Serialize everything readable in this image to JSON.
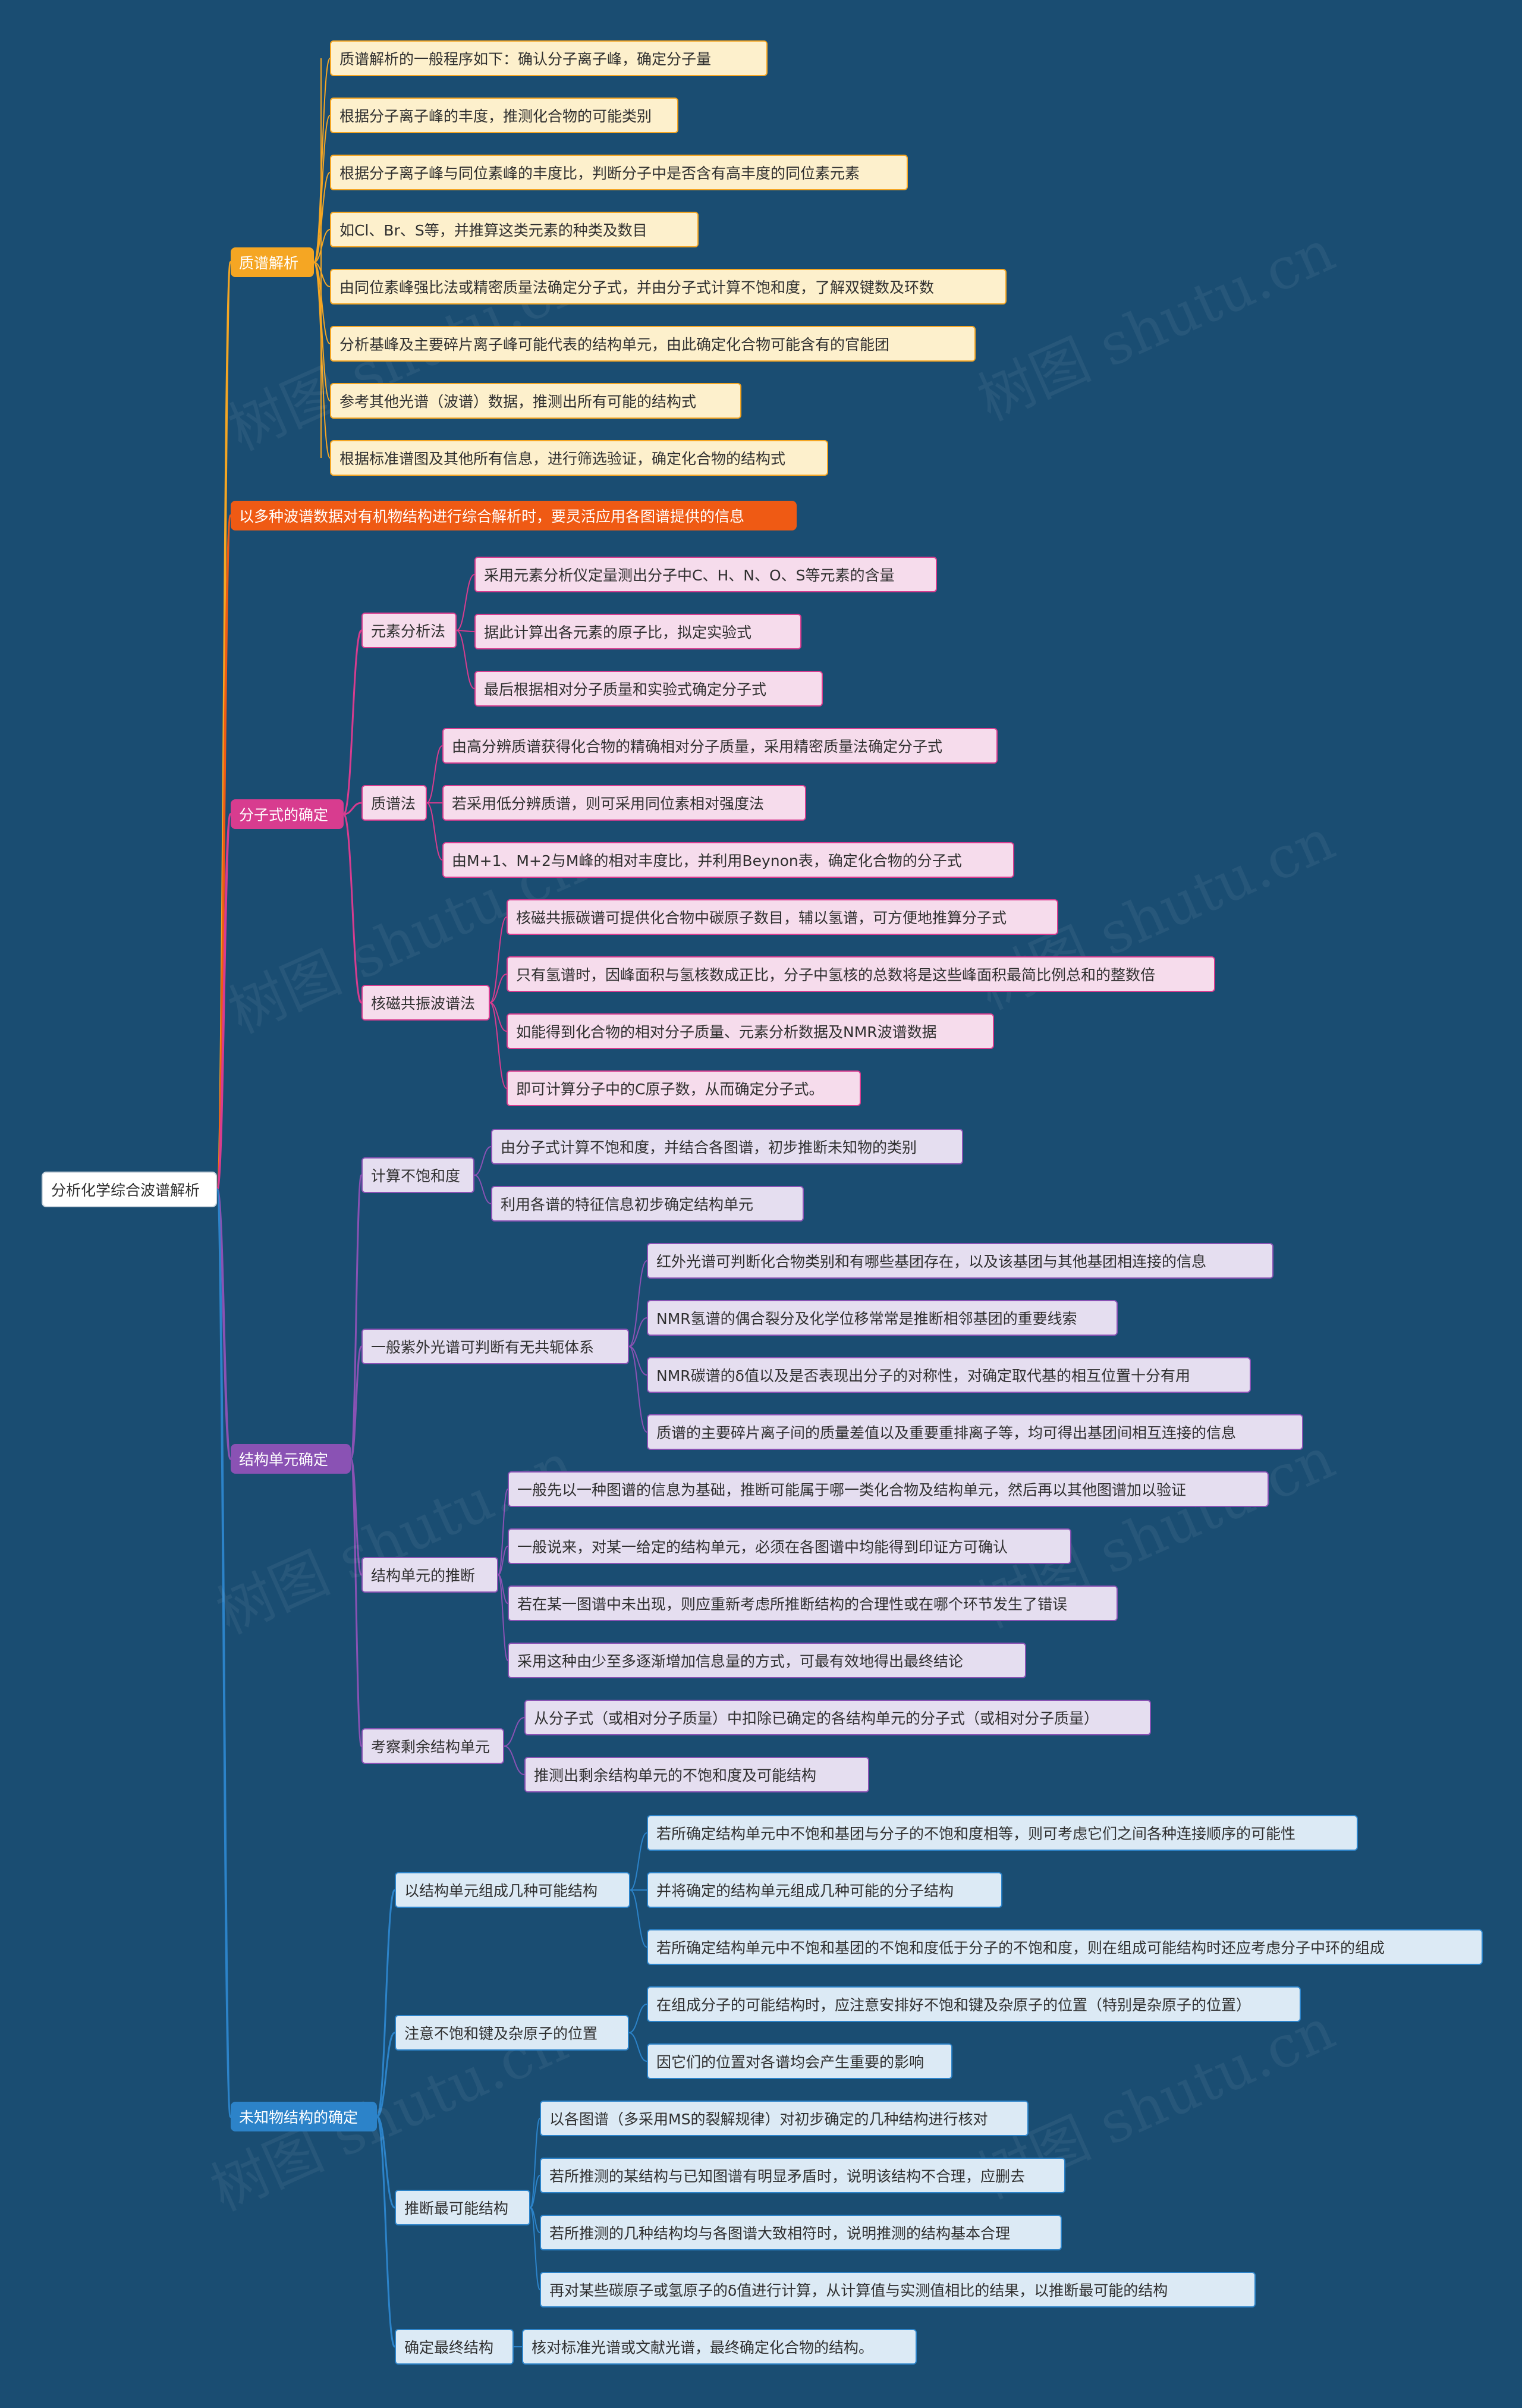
{
  "root": {
    "label": "分析化学综合波谱解析"
  },
  "watermark": "树图 shutu.cn",
  "colors": {
    "background": "#1a4d72",
    "orange": "#f5a623",
    "red": "#ef5a14",
    "pink": "#d83c8f",
    "purple": "#8a52b4",
    "blue": "#2c83c9",
    "leaf_orange": "#fdf0cc",
    "leaf_pink": "#f6dcec",
    "leaf_purple": "#e5def0",
    "leaf_blue": "#dceaf5"
  },
  "branches": [
    {
      "label": "质谱解析",
      "children": [
        {
          "label": "质谱解析的一般程序如下：确认分子离子峰，确定分子量"
        },
        {
          "label": "根据分子离子峰的丰度，推测化合物的可能类别"
        },
        {
          "label": "根据分子离子峰与同位素峰的丰度比，判断分子中是否含有高丰度的同位素元素"
        },
        {
          "label": "如Cl、Br、S等，并推算这类元素的种类及数目"
        },
        {
          "label": "由同位素峰强比法或精密质量法确定分子式，并由分子式计算不饱和度，了解双键数及环数"
        },
        {
          "label": "分析基峰及主要碎片离子峰可能代表的结构单元，由此确定化合物可能含有的官能团"
        },
        {
          "label": "参考其他光谱（波谱）数据，推测出所有可能的结构式"
        },
        {
          "label": "根据标准谱图及其他所有信息，进行筛选验证，确定化合物的结构式"
        }
      ]
    },
    {
      "label": "以多种波谱数据对有机物结构进行综合解析时，要灵活应用各图谱提供的信息",
      "children": []
    },
    {
      "label": "分子式的确定",
      "children": [
        {
          "label": "元素分析法",
          "children": [
            {
              "label": "采用元素分析仪定量测出分子中C、H、N、O、S等元素的含量"
            },
            {
              "label": "据此计算出各元素的原子比，拟定实验式"
            },
            {
              "label": "最后根据相对分子质量和实验式确定分子式"
            }
          ]
        },
        {
          "label": "质谱法",
          "children": [
            {
              "label": "由高分辨质谱获得化合物的精确相对分子质量，采用精密质量法确定分子式"
            },
            {
              "label": "若采用低分辨质谱，则可采用同位素相对强度法"
            },
            {
              "label": "由M+1、M+2与M峰的相对丰度比，并利用Beynon表，确定化合物的分子式"
            }
          ]
        },
        {
          "label": "核磁共振波谱法",
          "children": [
            {
              "label": "核磁共振碳谱可提供化合物中碳原子数目，辅以氢谱，可方便地推算分子式"
            },
            {
              "label": "只有氢谱时，因峰面积与氢核数成正比，分子中氢核的总数将是这些峰面积最简比例总和的整数倍"
            },
            {
              "label": "如能得到化合物的相对分子质量、元素分析数据及NMR波谱数据"
            },
            {
              "label": "即可计算分子中的C原子数，从而确定分子式。"
            }
          ]
        }
      ]
    },
    {
      "label": "结构单元确定",
      "children": [
        {
          "label": "计算不饱和度",
          "children": [
            {
              "label": "由分子式计算不饱和度，并结合各图谱，初步推断未知物的类别"
            },
            {
              "label": "利用各谱的特征信息初步确定结构单元"
            }
          ]
        },
        {
          "label": "一般紫外光谱可判断有无共轭体系",
          "children": [
            {
              "label": "红外光谱可判断化合物类别和有哪些基团存在，以及该基团与其他基团相连接的信息"
            },
            {
              "label": "NMR氢谱的偶合裂分及化学位移常常是推断相邻基团的重要线索"
            },
            {
              "label": "NMR碳谱的δ值以及是否表现出分子的对称性，对确定取代基的相互位置十分有用"
            },
            {
              "label": "质谱的主要碎片离子间的质量差值以及重要重排离子等，均可得出基团间相互连接的信息"
            }
          ]
        },
        {
          "label": "结构单元的推断",
          "children": [
            {
              "label": "一般先以一种图谱的信息为基础，推断可能属于哪一类化合物及结构单元，然后再以其他图谱加以验证"
            },
            {
              "label": "一般说来，对某一给定的结构单元，必须在各图谱中均能得到印证方可确认"
            },
            {
              "label": "若在某一图谱中未出现，则应重新考虑所推断结构的合理性或在哪个环节发生了错误"
            },
            {
              "label": "采用这种由少至多逐渐增加信息量的方式，可最有效地得出最终结论"
            }
          ]
        },
        {
          "label": "考察剩余结构单元",
          "children": [
            {
              "label": "从分子式（或相对分子质量）中扣除已确定的各结构单元的分子式（或相对分子质量）"
            },
            {
              "label": "推测出剩余结构单元的不饱和度及可能结构"
            }
          ]
        }
      ]
    },
    {
      "label": "未知物结构的确定",
      "children": [
        {
          "label": "以结构单元组成几种可能结构",
          "children": [
            {
              "label": "若所确定结构单元中不饱和基团与分子的不饱和度相等，则可考虑它们之间各种连接顺序的可能性"
            },
            {
              "label": "并将确定的结构单元组成几种可能的分子结构"
            },
            {
              "label": "若所确定结构单元中不饱和基团的不饱和度低于分子的不饱和度，则在组成可能结构时还应考虑分子中环的组成"
            }
          ]
        },
        {
          "label": "注意不饱和键及杂原子的位置",
          "children": [
            {
              "label": "在组成分子的可能结构时，应注意安排好不饱和键及杂原子的位置（特别是杂原子的位置）"
            },
            {
              "label": "因它们的位置对各谱均会产生重要的影响"
            }
          ]
        },
        {
          "label": "推断最可能结构",
          "children": [
            {
              "label": "以各图谱（多采用MS的裂解规律）对初步确定的几种结构进行核对"
            },
            {
              "label": "若所推测的某结构与已知图谱有明显矛盾时，说明该结构不合理，应删去"
            },
            {
              "label": "若所推测的几种结构均与各图谱大致相符时，说明推测的结构基本合理"
            },
            {
              "label": "再对某些碳原子或氢原子的δ值进行计算，从计算值与实测值相比的结果，以推断最可能的结构"
            }
          ]
        },
        {
          "label": "确定最终结构",
          "children": [
            {
              "label": "核对标准光谱或文献光谱，最终确定化合物的结构。"
            }
          ]
        }
      ]
    }
  ]
}
